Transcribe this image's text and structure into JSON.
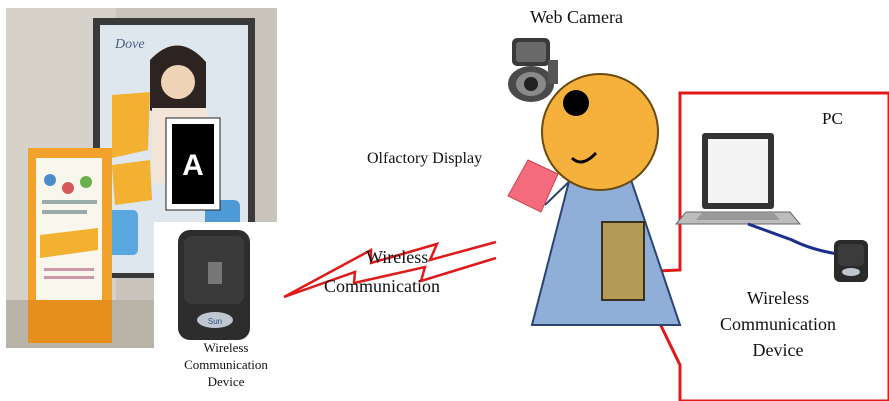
{
  "labels": {
    "web_camera": "Web Camera",
    "olfactory_display": "Olfactory Display",
    "wireless_line1": "Wireless",
    "wireless_line2": "Communication",
    "pc": "PC",
    "device_right_line1": "Wireless",
    "device_right_line2": "Communication",
    "device_right_line3": "Device",
    "device_left_line1": "Wireless",
    "device_left_line2": "Communication",
    "device_left_line3": "Device",
    "marker_letter": "A",
    "poster_brand": "Dove"
  },
  "colors": {
    "head_fill": "#f6b13c",
    "body_fill": "#8fafd8",
    "pc_border": "#e01a1a",
    "signal_red": "#e01a1a",
    "olfactory_pink": "#f36b7d",
    "tablet_fill": "#b39a55",
    "kiosk_orange": "#f2a12a"
  },
  "icons": {
    "web_camera": "webcam-icon",
    "pc": "laptop-icon",
    "device": "wireless-device-icon"
  }
}
